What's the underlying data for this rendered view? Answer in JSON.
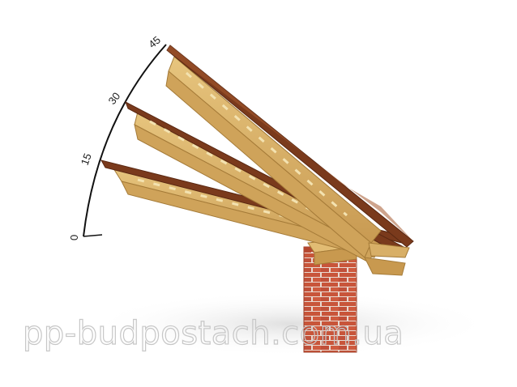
{
  "scale": {
    "angle_labels": [
      "0",
      "15",
      "30",
      "45"
    ]
  },
  "watermark": {
    "text": "pp-budpostach.com.ua"
  },
  "colors": {
    "roof_covering": "#7a3a1c",
    "roof_covering_light": "#a55a30",
    "timber": "#d9b36a",
    "timber_dark": "#b88a44",
    "brick": "#c8553a",
    "mortar": "#e9d9d0",
    "scale_line": "#111111"
  }
}
